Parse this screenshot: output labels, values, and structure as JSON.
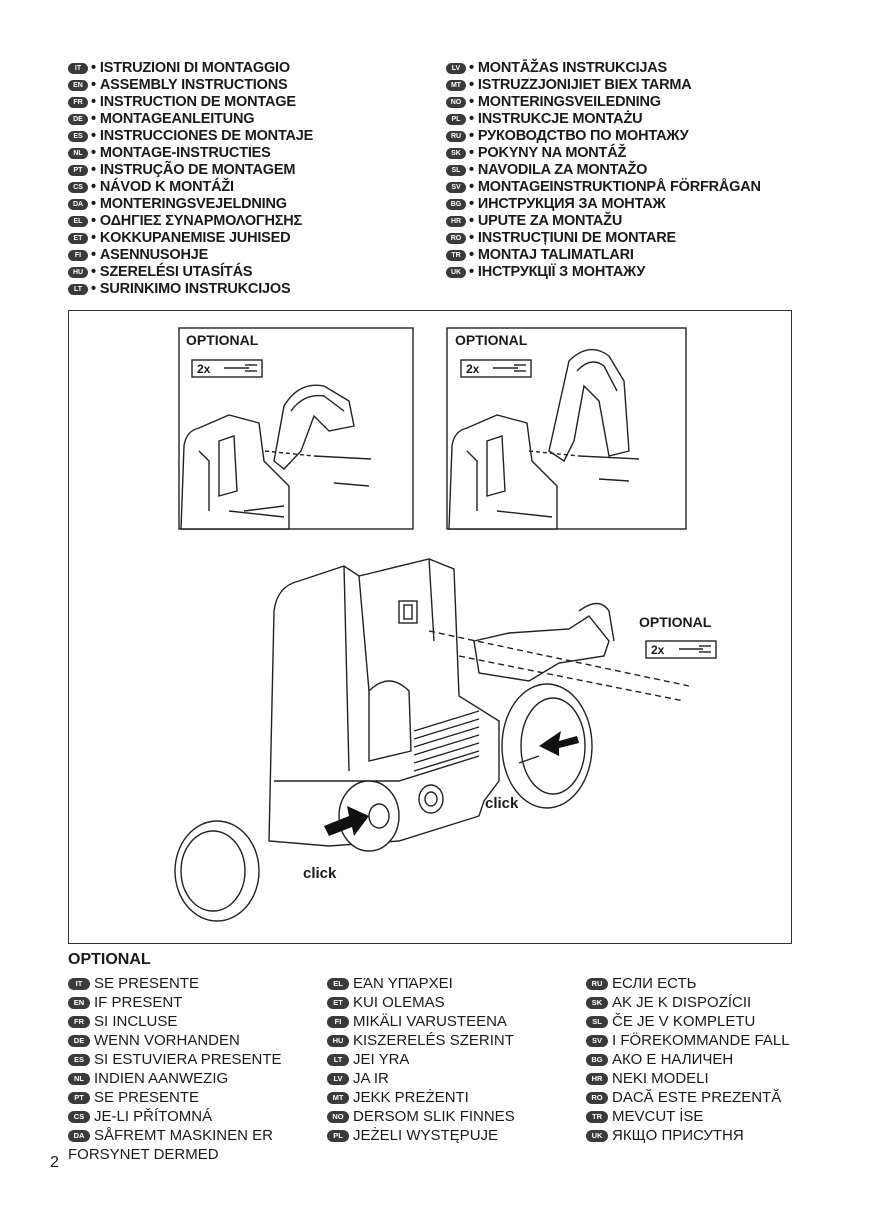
{
  "titles_left": [
    {
      "code": "IT",
      "text": "ISTRUZIONI DI MONTAGGIO"
    },
    {
      "code": "EN",
      "text": "ASSEMBLY INSTRUCTIONS"
    },
    {
      "code": "FR",
      "text": "INSTRUCTION DE MONTAGE"
    },
    {
      "code": "DE",
      "text": "MONTAGEANLEITUNG"
    },
    {
      "code": "ES",
      "text": "INSTRUCCIONES DE MONTAJE"
    },
    {
      "code": "NL",
      "text": "MONTAGE-INSTRUCTIES"
    },
    {
      "code": "PT",
      "text": "INSTRUÇÃO DE MONTAGEM"
    },
    {
      "code": "CS",
      "text": "NÁVOD K MONTÁŽI"
    },
    {
      "code": "DA",
      "text": "MONTERINGSVEJELDNING"
    },
    {
      "code": "EL",
      "text": "ΟΔΗΓΙΕΣ ΣΥΝΑΡΜΟΛΟΓΗΣΗΣ"
    },
    {
      "code": "ET",
      "text": "KOKKUPANEMISE JUHISED"
    },
    {
      "code": "FI",
      "text": "ASENNUSOHJE"
    },
    {
      "code": "HU",
      "text": "SZERELÉSI UTASÍTÁS"
    },
    {
      "code": "LT",
      "text": "SURINKIMO INSTRUKCIJOS"
    }
  ],
  "titles_right": [
    {
      "code": "LV",
      "text": "MONTĀŽAS INSTRUKCIJAS"
    },
    {
      "code": "MT",
      "text": "ISTRUZZJONIJIET BIEX TARMA"
    },
    {
      "code": "NO",
      "text": "MONTERINGSVEILEDNING"
    },
    {
      "code": "PL",
      "text": "INSTRUKCJE MONTAŻU"
    },
    {
      "code": "RU",
      "text": "РУКОВОДСТВО ПО МОНТАЖУ"
    },
    {
      "code": "SK",
      "text": "POKYNY NA MONTÁŽ"
    },
    {
      "code": "SL",
      "text": "NAVODILA ZA MONTAŽO"
    },
    {
      "code": "SV",
      "text": "MONTAGEINSTRUKTIONPÅ FÖRFRÅGAN"
    },
    {
      "code": "BG",
      "text": "ИНСТРУКЦИЯ ЗА МОНТАЖ"
    },
    {
      "code": "HR",
      "text": "UPUTE ZA MONTAŽU"
    },
    {
      "code": "RO",
      "text": "INSTRUCȚIUNI DE MONTARE"
    },
    {
      "code": "TR",
      "text": "MONTAJ TALIMATLARI"
    },
    {
      "code": "UK",
      "text": "ІНСТРУКЦІЇ З МОНТАЖУ"
    }
  ],
  "figure": {
    "optional_label_1": "OPTIONAL",
    "optional_label_2": "OPTIONAL",
    "optional_label_3": "OPTIONAL",
    "qty_1": "2x",
    "qty_2": "2x",
    "qty_3": "2x",
    "click_1": "click",
    "click_2": "click"
  },
  "optional_heading": "OPTIONAL",
  "col1": [
    {
      "code": "IT",
      "text": "SE PRESENTE"
    },
    {
      "code": "EN",
      "text": "IF PRESENT"
    },
    {
      "code": "FR",
      "text": "SI INCLUSE"
    },
    {
      "code": "DE",
      "text": "WENN VORHANDEN"
    },
    {
      "code": "ES",
      "text": "SI ESTUVIERA PRESENTE"
    },
    {
      "code": "NL",
      "text": "INDIEN AANWEZIG"
    },
    {
      "code": "PT",
      "text": "SE PRESENTE"
    },
    {
      "code": "CS",
      "text": "JE-LI PŘÍTOMNÁ"
    },
    {
      "code": "DA",
      "text": "SÅFREMT MASKINEN ER"
    }
  ],
  "col1_cont": "FORSYNET DERMED",
  "col2": [
    {
      "code": "EL",
      "text": "ΕΆΝ ΥΠΆΡΧΕΙ"
    },
    {
      "code": "ET",
      "text": "KUI OLEMAS"
    },
    {
      "code": "FI",
      "text": "MIKÄLI VARUSTEENA"
    },
    {
      "code": "HU",
      "text": "KISZERELÉS SZERINT"
    },
    {
      "code": "LT",
      "text": "JEI YRA"
    },
    {
      "code": "LV",
      "text": "JA IR"
    },
    {
      "code": "MT",
      "text": "JEKK PREŻENTI"
    },
    {
      "code": "NO",
      "text": "DERSOM SLIK FINNES"
    },
    {
      "code": "PL",
      "text": "JEŻELI WYSTĘPUJE"
    }
  ],
  "col3": [
    {
      "code": "RU",
      "text": "ЕСЛИ ЕСТЬ"
    },
    {
      "code": "SK",
      "text": "AK JE K DISPOZÍCII"
    },
    {
      "code": "SL",
      "text": "ČE JE V KOMPLETU"
    },
    {
      "code": "SV",
      "text": "I FÖREKOMMANDE FALL"
    },
    {
      "code": "BG",
      "text": "АКО Е НАЛИЧЕН"
    },
    {
      "code": "HR",
      "text": "NEKI MODELI"
    },
    {
      "code": "RO",
      "text": "DACĂ ESTE PREZENTĂ"
    },
    {
      "code": "TR",
      "text": "MEVCUT İSE"
    },
    {
      "code": "UK",
      "text": "ЯКЩО ПРИСУТНЯ"
    }
  ],
  "page_number": "2"
}
